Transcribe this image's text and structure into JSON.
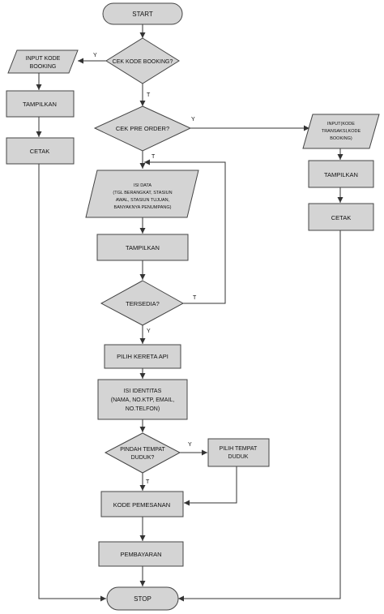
{
  "nodes": {
    "start": {
      "label": "START"
    },
    "cek_booking": {
      "label": "CEK KODE BOOKING?"
    },
    "input_kode_booking": {
      "lines": [
        "INPUT KODE",
        "BOOKING"
      ]
    },
    "tampilkan_left": {
      "label": "TAMPILKAN"
    },
    "cetak_left": {
      "label": "CETAK"
    },
    "cek_pre_order": {
      "label": "CEK PRE ORDER?"
    },
    "input_transaksi": {
      "lines": [
        "INPUT(KODE",
        "TRANSAKSI,KODE",
        "BOOKING)"
      ]
    },
    "tampilkan_right": {
      "label": "TAMPILKAN"
    },
    "cetak_right": {
      "label": "CETAK"
    },
    "isi_data": {
      "lines": [
        "ISI DATA",
        "(TGL BERANGKAT, STASIUN",
        "AWAL, STASIUN TUJUAN,",
        "BANYAKNYA PENUMPANG)"
      ]
    },
    "tampilkan_mid": {
      "label": "TAMPILKAN"
    },
    "tersedia": {
      "label": "TERSEDIA?"
    },
    "pilih_kereta": {
      "label": "PILIH KERETA API"
    },
    "isi_identitas": {
      "lines": [
        "ISI IDENTITAS",
        "(NAMA, NO.KTP, EMAIL,",
        "NO.TELFON)"
      ]
    },
    "pindah_tempat": {
      "lines": [
        "PINDAH TEMPAT",
        "DUDUK?"
      ]
    },
    "pilih_tempat": {
      "lines": [
        "PILIH TEMPAT",
        "DUDUK"
      ]
    },
    "kode_pemesanan": {
      "label": "KODE PEMESANAN"
    },
    "pembayaran": {
      "label": "PEMBAYARAN"
    },
    "stop": {
      "label": "STOP"
    }
  },
  "edge_labels": {
    "booking_yes": "Y",
    "booking_no": "T",
    "preorder_yes": "Y",
    "preorder_no": "T",
    "tersedia_no": "T",
    "tersedia_yes": "Y",
    "pindah_yes": "Y",
    "pindah_no": "T"
  },
  "colors": {
    "shape_fill": "#d4d4d4",
    "shape_stroke": "#444444",
    "line": "#333333"
  }
}
